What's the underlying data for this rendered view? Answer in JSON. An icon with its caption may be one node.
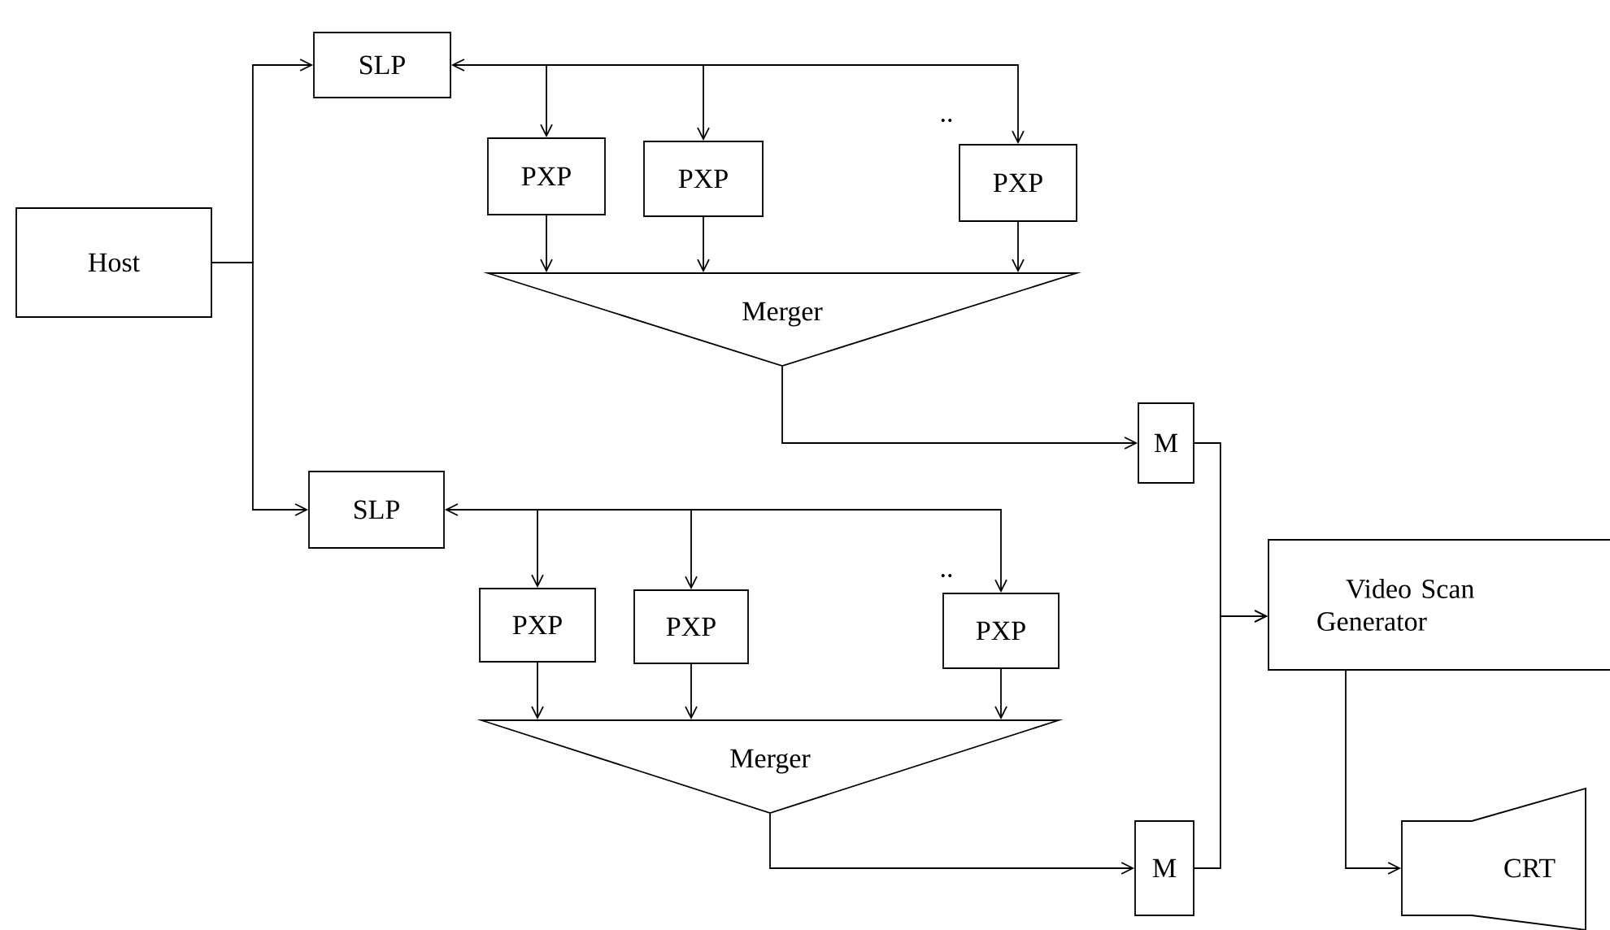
{
  "diagram": {
    "nodes": [
      {
        "text": [
          "Host"
        ]
      },
      {
        "text": [
          "SLP"
        ]
      },
      {
        "text": [
          "PXP"
        ]
      },
      {
        "text": [
          "PXP"
        ]
      },
      {
        "text": [
          "PXP"
        ]
      },
      {
        "text": [
          "Merger"
        ]
      },
      {
        "text": [
          "M"
        ]
      },
      {
        "text": [
          "SLP"
        ]
      },
      {
        "text": [
          "PXP"
        ]
      },
      {
        "text": [
          "PXP"
        ]
      },
      {
        "text": [
          "PXP"
        ]
      },
      {
        "text": [
          "Merger"
        ]
      },
      {
        "text": [
          "M"
        ]
      },
      {
        "text": [
          "Video Scan Generator"
        ]
      },
      {
        "text": [
          "CRT"
        ]
      }
    ],
    "edges": [
      {
        "from": 0,
        "to": 1,
        "arrow": "to"
      },
      {
        "from": 0,
        "to": 7,
        "arrow": "to"
      },
      {
        "from": 1,
        "to": 2,
        "arrow": "both"
      },
      {
        "from": 1,
        "to": 3,
        "arrow": "both"
      },
      {
        "from": 1,
        "to": 4,
        "arrow": "both"
      },
      {
        "from": 2,
        "to": 5,
        "arrow": "to"
      },
      {
        "from": 3,
        "to": 5,
        "arrow": "to"
      },
      {
        "from": 4,
        "to": 5,
        "arrow": "to"
      },
      {
        "from": 5,
        "to": 6,
        "arrow": "to"
      },
      {
        "from": 7,
        "to": 8,
        "arrow": "both"
      },
      {
        "from": 7,
        "to": 9,
        "arrow": "both"
      },
      {
        "from": 7,
        "to": 10,
        "arrow": "both"
      },
      {
        "from": 8,
        "to": 11,
        "arrow": "to"
      },
      {
        "from": 9,
        "to": 11,
        "arrow": "to"
      },
      {
        "from": 10,
        "to": 11,
        "arrow": "to"
      },
      {
        "from": 11,
        "to": 12,
        "arrow": "to"
      },
      {
        "from": 6,
        "to": 13,
        "arrow": "to"
      },
      {
        "from": 12,
        "to": 13,
        "arrow": "to"
      },
      {
        "from": 13,
        "to": 14,
        "arrow": "to"
      }
    ],
    "labels": [
      "..",
      ".."
    ]
  }
}
